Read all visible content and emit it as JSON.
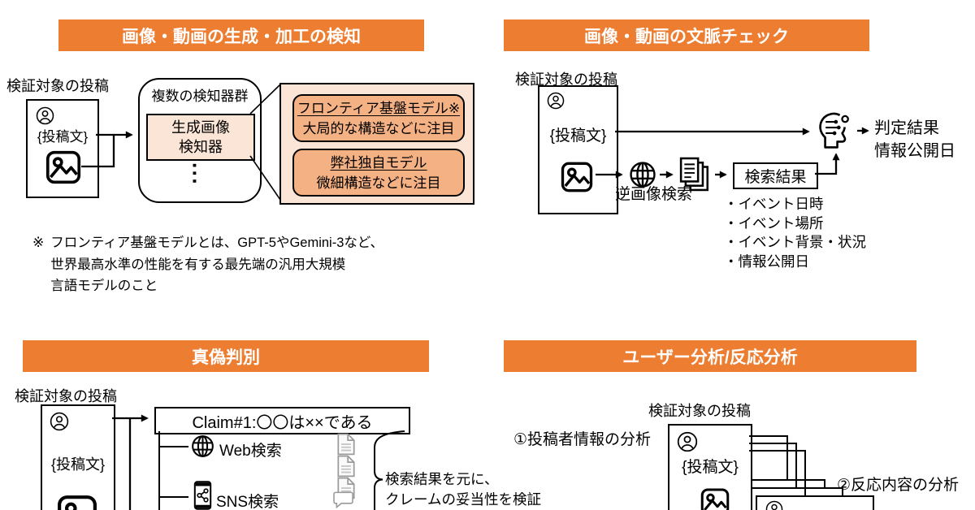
{
  "colors": {
    "banner_orange": "#ED7D31",
    "panel_peach": "#FBE5D6",
    "model_orange": "#F4B183",
    "ink": "#000000"
  },
  "icons": {
    "person": "person-avatar-icon",
    "image": "image-photo-icon",
    "globe": "globe-web-icon",
    "documents": "document-stack-icon",
    "ai_head": "ai-head-circuit-icon",
    "phone": "smartphone-sns-icon",
    "page": "page-file-icon",
    "bubble": "speech-bubble-icon"
  },
  "sections": {
    "detection": {
      "title": "画像・動画の生成・加工の検知",
      "post_label": "検証対象の投稿",
      "post_text": "{投稿文}",
      "group_title": "複数の検知器群",
      "detector_lines": [
        "生成画像",
        "検知器"
      ],
      "dots": "···",
      "models": [
        {
          "title": "フロンティア基盤モデル※",
          "desc": "大局的な構造などに注目"
        },
        {
          "title": "弊社独自モデル",
          "desc": "微細構造などに注目"
        }
      ],
      "footnote_mark": "※",
      "footnote_lines": [
        "フロンティア基盤モデルとは、GPT-5やGemini-3など、",
        "世界最高水準の性能を有する最先端の汎用大規模",
        "言語モデルのこと"
      ]
    },
    "context": {
      "title": "画像・動画の文脈チェック",
      "post_label": "検証対象の投稿",
      "post_text": "{投稿文}",
      "reverse_image_search_label": "逆画像検索",
      "search_result_label": "検索結果",
      "search_result_items": [
        "・イベント日時",
        "・イベント場所",
        "・イベント背景・状況",
        "・情報公開日"
      ],
      "output_lines": [
        "判定結果",
        "情報公開日"
      ]
    },
    "factcheck": {
      "title": "真偽判別",
      "post_label": "検証対象の投稿",
      "post_text": "{投稿文}",
      "claim": "Claim#1:〇〇は××である",
      "web_search_label": "Web検索",
      "sns_search_label": "SNS検索",
      "verify_lines": [
        "検索結果を元に、",
        "クレームの妥当性を検証"
      ]
    },
    "user_analysis": {
      "title": "ユーザー分析/反応分析",
      "post_label": "検証対象の投稿",
      "post_text": "{投稿文}",
      "step1_label": "①投稿者情報の分析",
      "step2_label": "②反応内容の分析"
    }
  }
}
